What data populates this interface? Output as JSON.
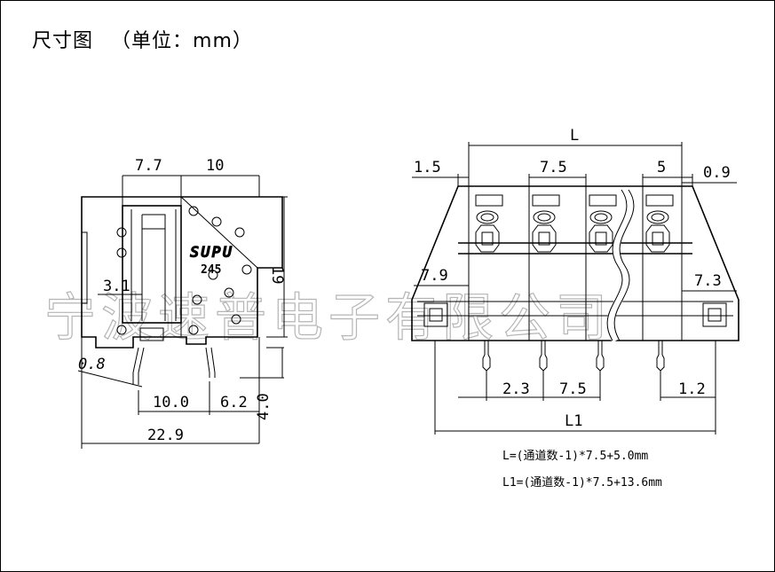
{
  "title": {
    "main": "尺寸图",
    "unit": "（单位：mm）"
  },
  "side_view": {
    "dims": {
      "top_left": "7.7",
      "top_right": "10",
      "height": "19",
      "inner": "3.1",
      "pin_dia": "0.8",
      "pitch_bottom": "10.0",
      "pin_to_edge": "6.2",
      "pin_length": "4.0",
      "total_width": "22.9"
    },
    "brand": "SUPU",
    "model": "245"
  },
  "front_view": {
    "dims": {
      "L": "L",
      "left_offset": "1.5",
      "pitch_top": "7.5",
      "right_step": "5",
      "right_offset": "0.9",
      "left_ear": "7.9",
      "right_ear": "7.3",
      "pin_left": "2.3",
      "pitch_bottom": "7.5",
      "pin_right": "1.2",
      "L1": "L1"
    },
    "formulas": [
      "L=(通道数-1)*7.5+5.0mm",
      "L1=(通道数-1)*7.5+13.6mm"
    ]
  },
  "watermark": "宁波速普电子有限公司"
}
